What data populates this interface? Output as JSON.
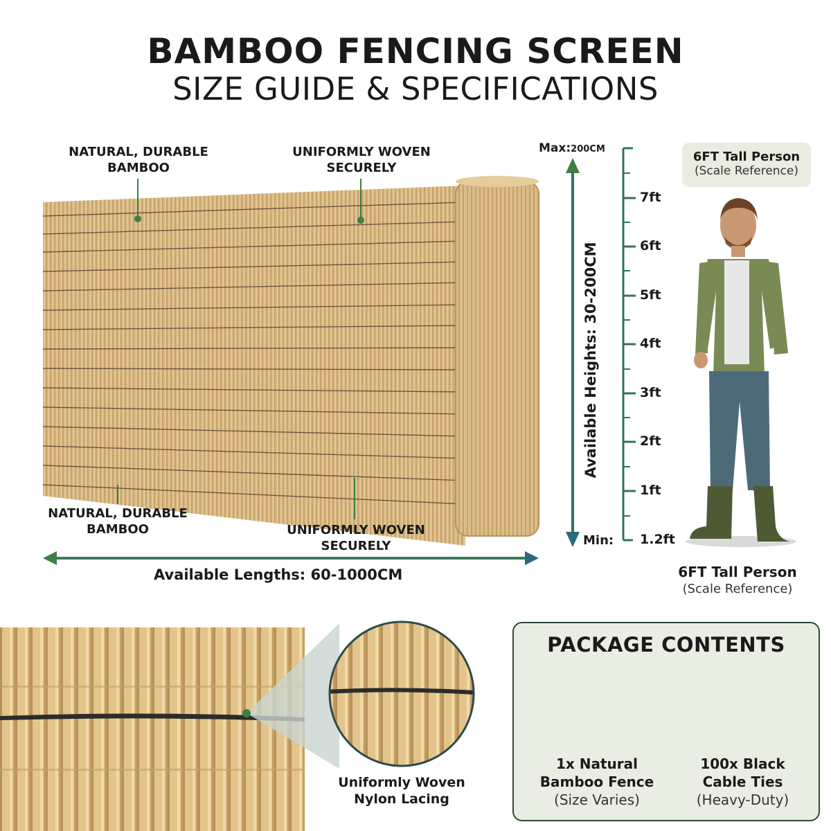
{
  "header": {
    "title": "BAMBOO FENCING SCREEN",
    "subtitle": "SIZE GUIDE & SPECIFICATIONS"
  },
  "callouts": {
    "top_left": [
      "NATURAL, DURABLE",
      "BAMBOO"
    ],
    "top_right": [
      "UNIFORMLY WOVEN",
      "SECURELY"
    ],
    "bottom_left": [
      "NATURAL, DURABLE",
      "BAMBOO"
    ],
    "bottom_right": [
      "UNIFORMLY WOVEN",
      "SECURELY"
    ]
  },
  "dimensions": {
    "lengths_label": "Available Lengths: 60-1000CM",
    "heights_label": "Available Heights: 30-200CM",
    "max_label": "Max:",
    "max_value": "200CM",
    "min_label": "Min:",
    "ruler_ticks": [
      "7ft",
      "6ft",
      "5ft",
      "4ft",
      "3ft",
      "2ft",
      "1ft",
      "1.2ft"
    ]
  },
  "person": {
    "badge_title": "6FT Tall Person",
    "badge_sub": "(Scale Reference)",
    "caption_title": "6FT Tall Person",
    "caption_sub": "(Scale Reference)"
  },
  "detail": {
    "caption_line1": "Uniformly Woven",
    "caption_line2": "Nylon Lacing"
  },
  "package": {
    "title": "PACKAGE CONTENTS",
    "item1": {
      "line1": "1x Natural",
      "line2": "Bamboo Fence",
      "note": "(Size Varies)"
    },
    "item2": {
      "line1": "100x Black",
      "line2": "Cable Ties",
      "note": "(Heavy-Duty)"
    }
  },
  "colors": {
    "green_accent": "#3e7d45",
    "teal_accent": "#2a6a7a",
    "bamboo": "#d4b07a",
    "panel_bg": "#eaeee2"
  },
  "icons": [
    "bamboo-roll-icon",
    "cable-ties-icon",
    "person-illustration"
  ]
}
